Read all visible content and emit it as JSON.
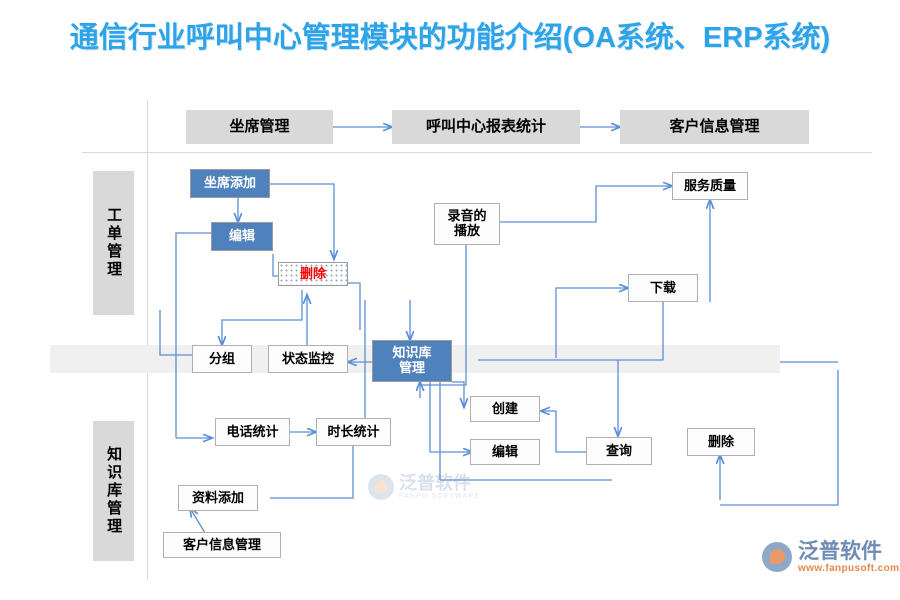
{
  "page": {
    "title": "通信行业呼叫中心管理模块的功能介绍(OA系统、ERP系统)",
    "accent_blue": "#2FA3E8",
    "node_blue": "#4F81BD",
    "connector_blue": "#5B8FD4",
    "gray_fill": "#D9D9D9",
    "delete_red": "#FF0000"
  },
  "top_flow": {
    "nodes": [
      {
        "label": "坐席管理"
      },
      {
        "label": "呼叫中心报表统计"
      },
      {
        "label": "客户信息管理"
      }
    ]
  },
  "sidebar": {
    "items": [
      {
        "label": "工单管理"
      },
      {
        "label": "知识库管理"
      }
    ]
  },
  "nodes": {
    "seat_add": "坐席添加",
    "edit_seat": "编辑",
    "delete_seat": "删除",
    "group": "分组",
    "status_monitor": "状态监控",
    "kb_manage": "知识库\n管理",
    "kb_manage_line1": "知识库",
    "kb_manage_line2": "管理",
    "recording_play_line1": "录音的",
    "recording_play_line2": "播放",
    "service_quality": "服务质量",
    "download": "下载",
    "create": "创建",
    "edit_kb": "编辑",
    "query": "查询",
    "delete_kb": "删除",
    "phone_stats": "电话统计",
    "duration_stats": "时长统计",
    "material_add": "资料添加",
    "customer_info": "客户信息管理"
  },
  "watermark": {
    "cn": "泛普软件",
    "en": "FANPU SOFTWARE"
  },
  "logo": {
    "cn": "泛普软件",
    "url": "www.fanpusoft.com"
  }
}
